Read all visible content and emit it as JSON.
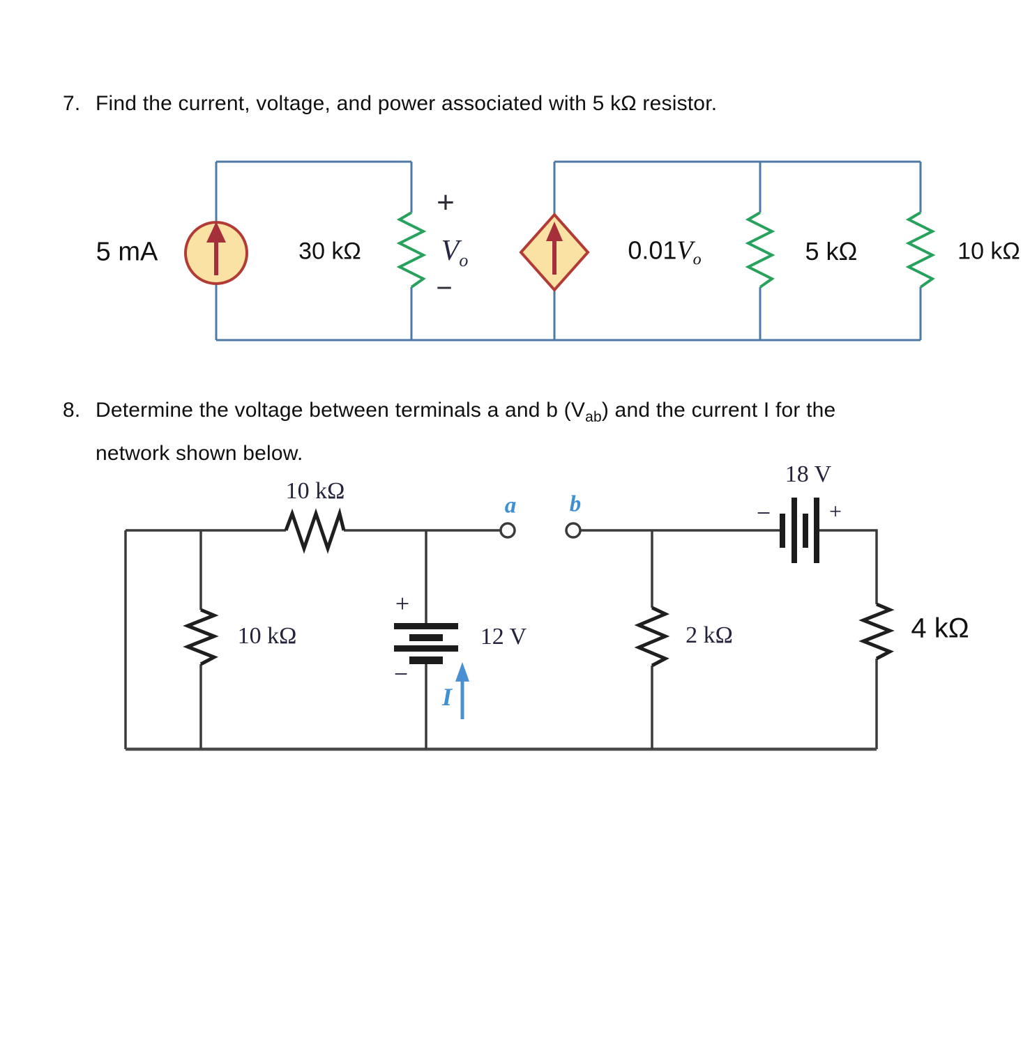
{
  "problem7": {
    "number": "7.",
    "text": "Find the current, voltage, and power associated with 5 kΩ resistor.",
    "circuit": {
      "source_label": "5 mA",
      "resistor1_label": "30 kΩ",
      "vo_plus": "+",
      "vo_symbol": "V",
      "vo_subscript": "o",
      "vo_minus": "−",
      "dependent_source_prefix": "0.01",
      "dependent_source_symbol": "V",
      "dependent_source_subscript": "o",
      "resistor2_label": "5 kΩ",
      "resistor3_label": "10 kΩ",
      "colors": {
        "wire": "#4e79a4",
        "resistor": "#27a25c",
        "source_fill": "#f9e2a3",
        "source_stroke": "#b23b36",
        "arrow": "#a5303b"
      }
    }
  },
  "problem8": {
    "number": "8.",
    "text_line1_pre": "Determine the voltage between terminals a and b (V",
    "text_line1_sub": "ab",
    "text_line1_post": ") and the current I for the",
    "text_line2": "network shown below.",
    "circuit": {
      "top_resistor_label": "10 kΩ",
      "terminal_a": "a",
      "terminal_b": "b",
      "battery18_label": "18 V",
      "battery18_minus": "−",
      "battery18_plus": "+",
      "left_resistor_label": "10 kΩ",
      "battery12_plus": "+",
      "battery12_label": "12 V",
      "battery12_minus": "−",
      "current_label": "I",
      "mid_resistor_label": "2 kΩ",
      "right_resistor_label": "4 kΩ",
      "colors": {
        "wire": "#3a3a3a",
        "accent_blue": "#3f8fd2",
        "label_ink": "#23233b"
      }
    }
  }
}
